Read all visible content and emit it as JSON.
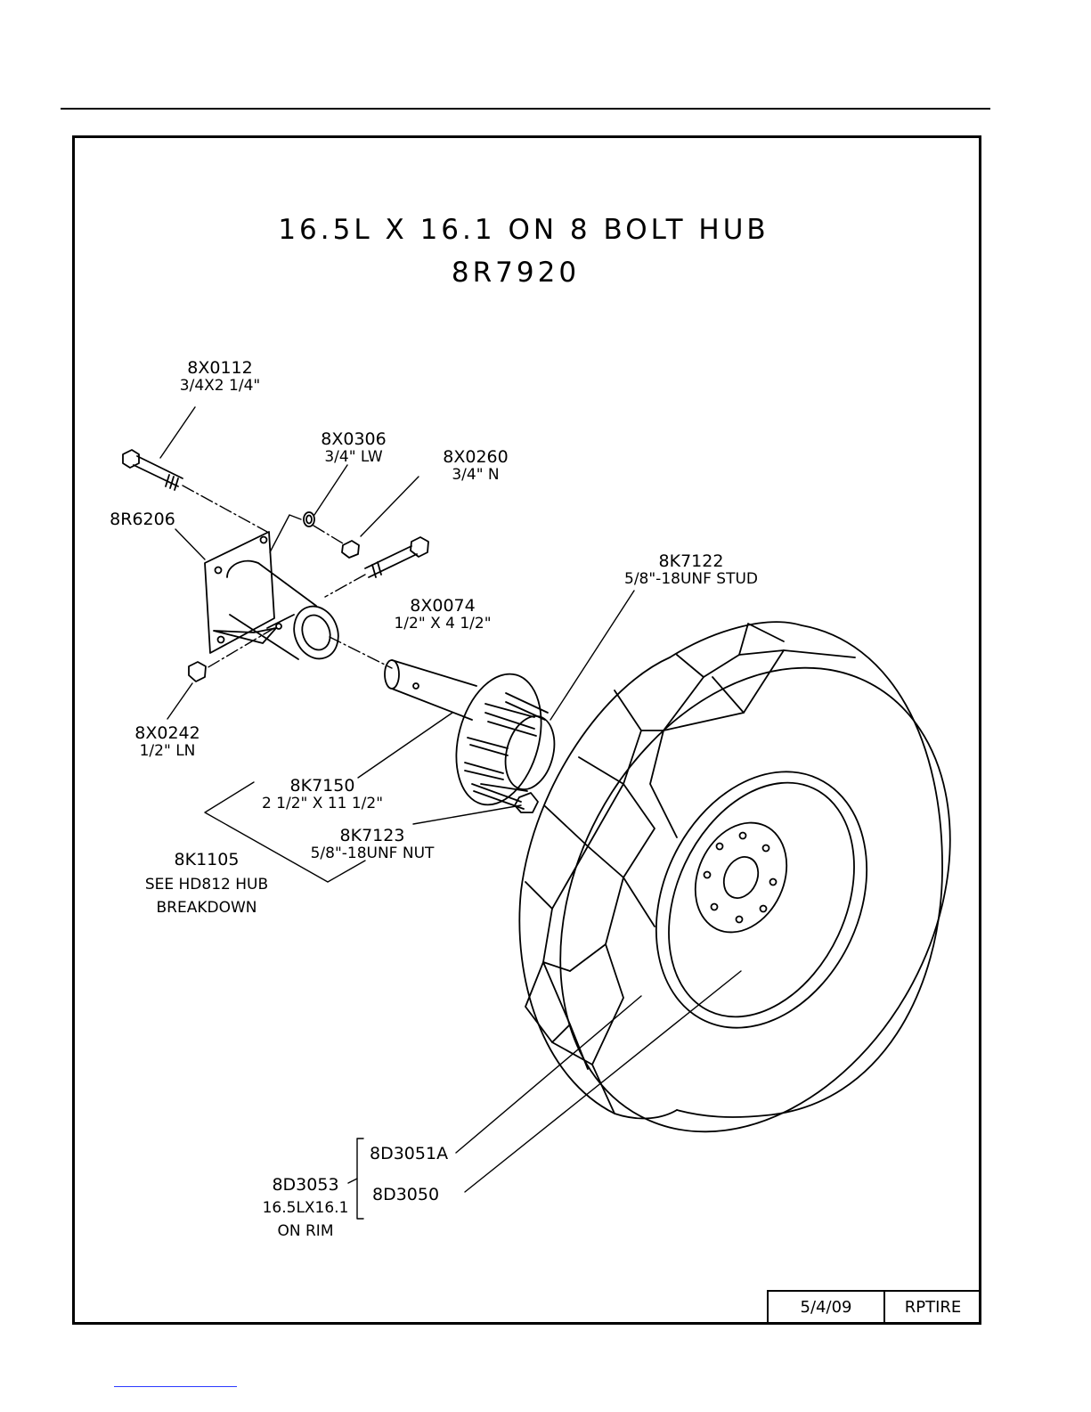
{
  "title": {
    "line1": "16.5L X 16.1 ON 8 BOLT HUB",
    "line2": "8R7920"
  },
  "callouts": {
    "bolt": {
      "part": "8X0112",
      "spec": "3/4X2 1/4\""
    },
    "lock_washer": {
      "part": "8X0306",
      "spec": "3/4\" LW"
    },
    "nut_large": {
      "part": "8X0260",
      "spec": "3/4\" N"
    },
    "mount": {
      "part": "8R6206"
    },
    "bolt_small": {
      "part": "8X0074",
      "spec": "1/2\" X 4 1/2\""
    },
    "stud": {
      "part": "8K7122",
      "spec": "5/8\"-18UNF STUD"
    },
    "lock_nut": {
      "part": "8X0242",
      "spec": "1/2\" LN"
    },
    "spindle": {
      "part": "8K7150",
      "spec": "2 1/2\" X 11 1/2\""
    },
    "wheel_nut": {
      "part": "8K7123",
      "spec": "5/8\"-18UNF NUT"
    },
    "hub": {
      "part": "8K1105",
      "note1": "SEE HD812 HUB",
      "note2": "BREAKDOWN"
    },
    "tire": {
      "part": "8D3051A"
    },
    "rim": {
      "part": "8D3050"
    },
    "assembly": {
      "part": "8D3053",
      "spec1": "16.5LX16.1",
      "spec2": "ON RIM"
    }
  },
  "stamp": {
    "date": "5/4/09",
    "code": "RPTIRE"
  }
}
